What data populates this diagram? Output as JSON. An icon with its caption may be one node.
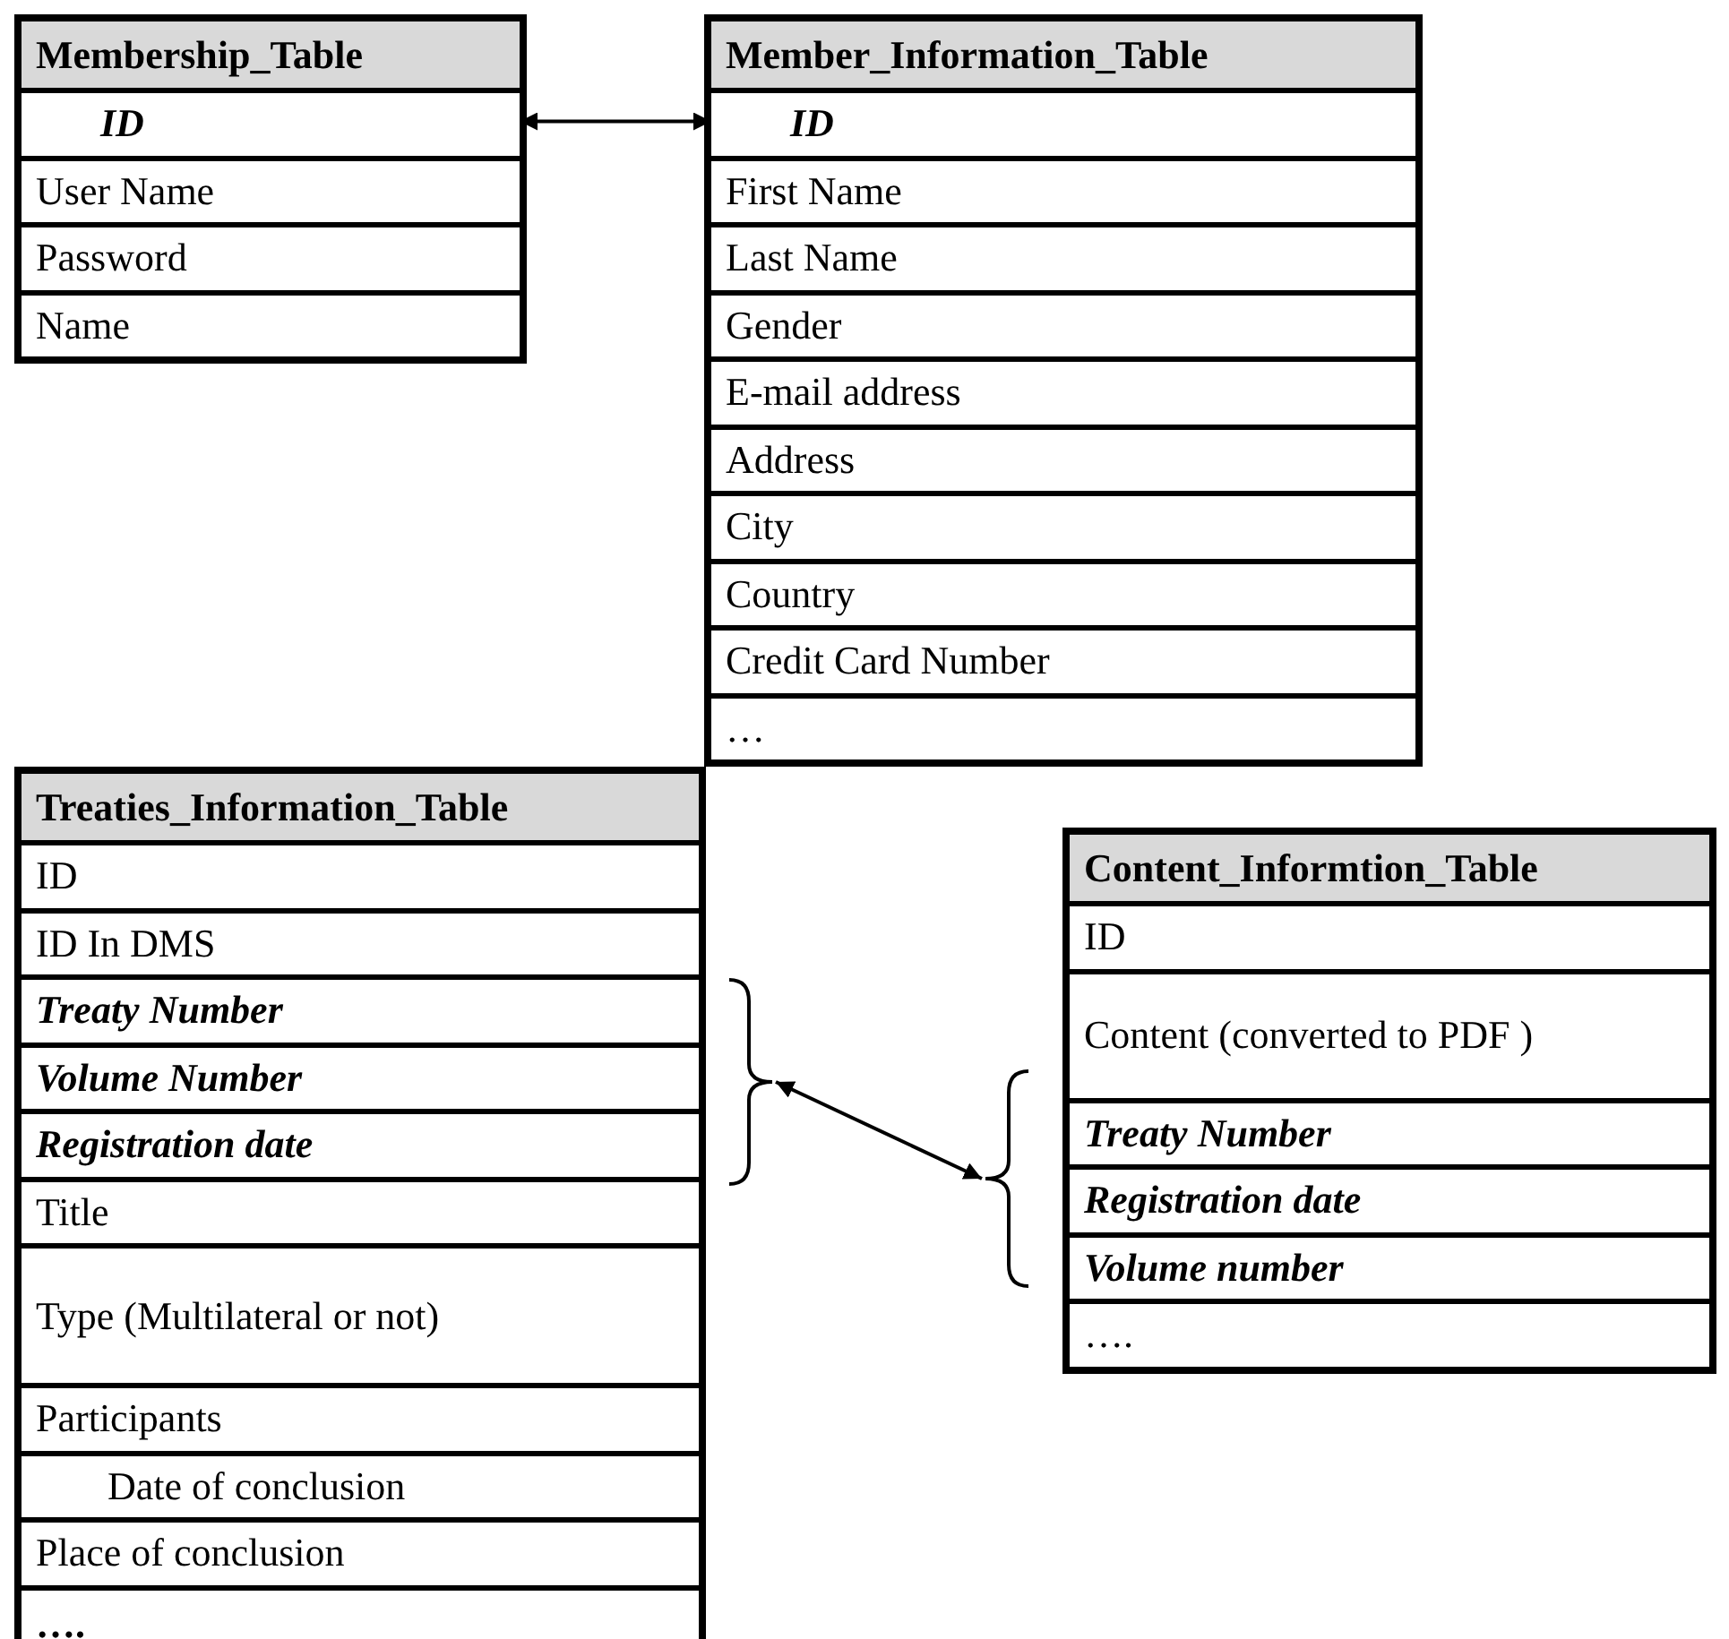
{
  "diagram": {
    "nodes": [
      {
        "text": [
          "Membership_Table"
        ]
      },
      {
        "text": [
          "ID"
        ],
        "in": 0
      },
      {
        "text": [
          "User Name"
        ],
        "in": 0
      },
      {
        "text": [
          "Password"
        ],
        "in": 0
      },
      {
        "text": [
          "Name"
        ],
        "in": 0
      },
      {
        "text": [
          "Member_Information_Table"
        ]
      },
      {
        "text": [
          "ID"
        ],
        "in": 5
      },
      {
        "text": [
          "First Name"
        ],
        "in": 5
      },
      {
        "text": [
          "Last Name"
        ],
        "in": 5
      },
      {
        "text": [
          "Gender"
        ],
        "in": 5
      },
      {
        "text": [
          "E-mail address"
        ],
        "in": 5
      },
      {
        "text": [
          "Address"
        ],
        "in": 5
      },
      {
        "text": [
          "City"
        ],
        "in": 5
      },
      {
        "text": [
          "Country"
        ],
        "in": 5
      },
      {
        "text": [
          "Credit Card Number"
        ],
        "in": 5
      },
      {
        "text": [
          "…"
        ],
        "in": 5
      },
      {
        "text": [
          "Treaties_Information_Table"
        ]
      },
      {
        "text": [
          "ID"
        ],
        "in": 16
      },
      {
        "text": [
          "ID In DMS"
        ],
        "in": 16
      },
      {
        "text": [
          "Treaty Number"
        ],
        "in": 16
      },
      {
        "text": [
          "Volume Number"
        ],
        "in": 16
      },
      {
        "text": [
          "Registration date"
        ],
        "in": 16
      },
      {
        "text": [
          "Title"
        ],
        "in": 16
      },
      {
        "text": [
          "Type (Multilateral or not)"
        ],
        "in": 16
      },
      {
        "text": [
          "Participants"
        ],
        "in": 16
      },
      {
        "text": [
          "Date of conclusion"
        ],
        "in": 16
      },
      {
        "text": [
          "Place of conclusion"
        ],
        "in": 16
      },
      {
        "text": [
          "…."
        ],
        "in": 16
      },
      {
        "text": [
          "Content_Informtion_Table"
        ]
      },
      {
        "text": [
          "ID"
        ],
        "in": 28
      },
      {
        "text": [
          "Content (converted to PDF )"
        ],
        "in": 28
      },
      {
        "text": [
          "Treaty Number"
        ],
        "in": 28
      },
      {
        "text": [
          "Registration date"
        ],
        "in": 28
      },
      {
        "text": [
          "Volume number"
        ],
        "in": 28
      },
      {
        "text": [
          "…."
        ],
        "in": 28
      },
      {
        "text": [],
        "shape": "brace"
      },
      {
        "text": [],
        "shape": "brace"
      }
    ],
    "edges": [
      {
        "from": 1,
        "to": 6,
        "arrow": "both"
      },
      {
        "from": 35,
        "to": 36,
        "arrow": "both"
      }
    ]
  }
}
